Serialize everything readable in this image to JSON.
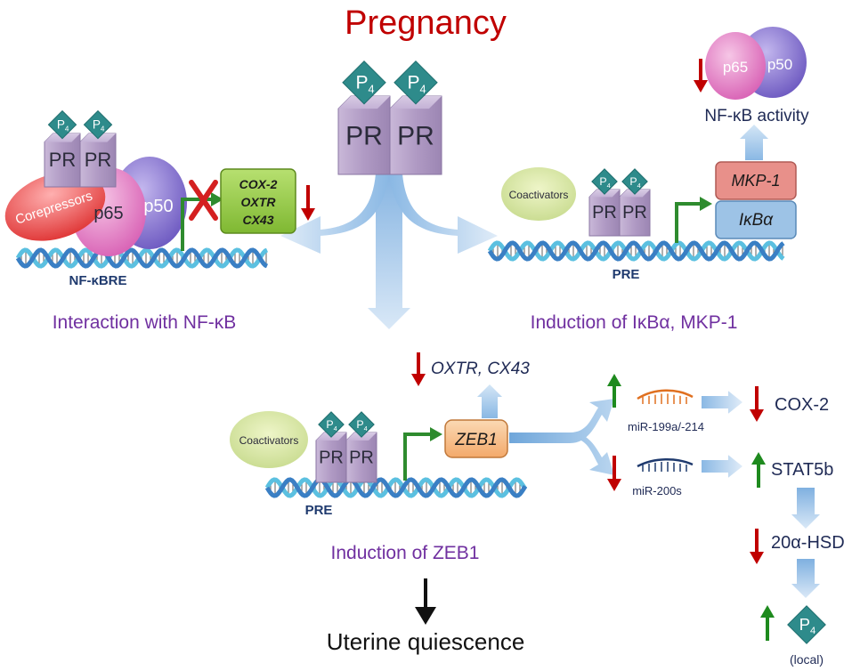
{
  "title": "Pregnancy",
  "pr": {
    "p4": "P",
    "p4_sub": "4",
    "pr": "PR"
  },
  "proteins": {
    "p65": "p65",
    "p50": "p50",
    "corepressors": "Corepressors",
    "coactivators": "Coactivators"
  },
  "left_panel": {
    "genes": [
      "COX-2",
      "OXTR",
      "CX43"
    ],
    "element": "NF-κBRE",
    "caption": "Interaction with NF-κB"
  },
  "right_panel": {
    "element": "PRE",
    "gene1": "MKP-1",
    "gene2": "IκBα",
    "activity": "NF-κB activity",
    "caption": "Induction of IκBα, MKP-1"
  },
  "bottom_panel": {
    "element": "PRE",
    "zeb1": "ZEB1",
    "repressed": "OXTR, CX43",
    "mir1": "miR-199a/-214",
    "mir2": "miR-200s",
    "cox2": "COX-2",
    "stat5b": "STAT5b",
    "hsd": "20α-HSD",
    "local": "(local)",
    "caption": "Induction of ZEB1"
  },
  "outcome": "Uterine quiescence",
  "colors": {
    "title": "#c00000",
    "caption": "#7030a0",
    "down_arrow": "#c00000",
    "up_arrow": "#1e8a1e",
    "pr_block": "#b9a6c9",
    "p4_diamond": "#2e8b8b",
    "gene_green": "#8cc63f",
    "zeb1_orange": "#f7c08a",
    "mkp1": "#e8908a",
    "ikba": "#9dc3e6",
    "blue_arrow": "#9dc3e6",
    "dna1": "#3a7fc4",
    "dna2": "#5bc0e0"
  }
}
